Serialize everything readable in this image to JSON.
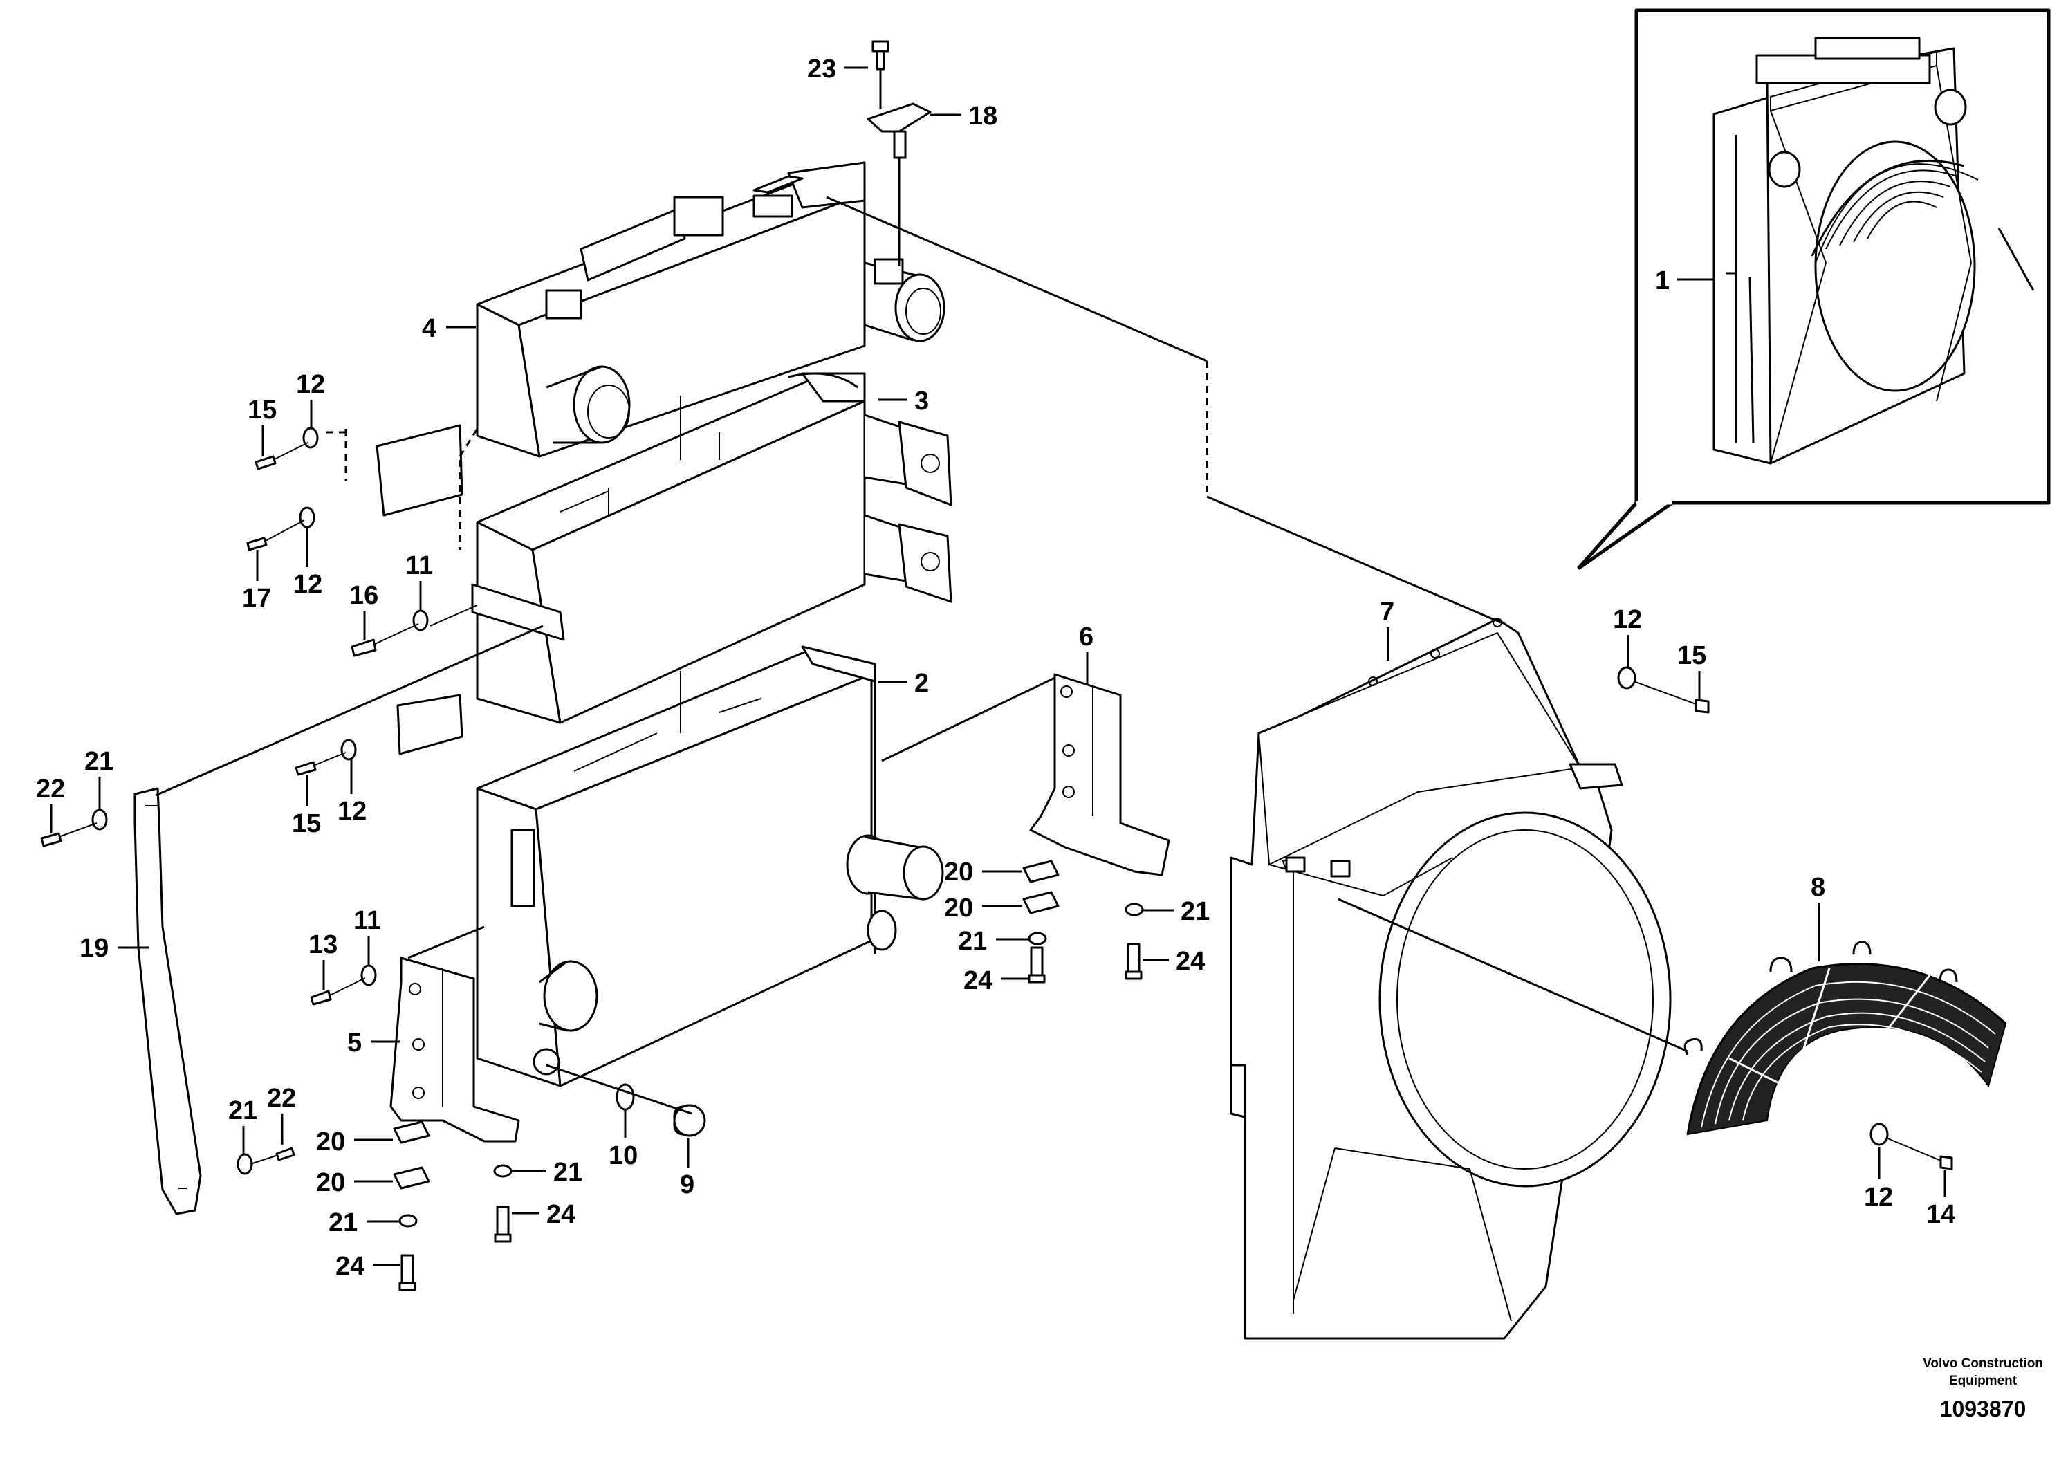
{
  "diagram": {
    "callouts": [
      {
        "id": "c23a",
        "label": "23"
      },
      {
        "id": "c18",
        "label": "18"
      },
      {
        "id": "c4",
        "label": "4"
      },
      {
        "id": "c3",
        "label": "3"
      },
      {
        "id": "c15a",
        "label": "15"
      },
      {
        "id": "c12a",
        "label": "12"
      },
      {
        "id": "c17",
        "label": "17"
      },
      {
        "id": "c12b",
        "label": "12"
      },
      {
        "id": "c16",
        "label": "16"
      },
      {
        "id": "c11a",
        "label": "11"
      },
      {
        "id": "c2",
        "label": "2"
      },
      {
        "id": "c6",
        "label": "6"
      },
      {
        "id": "c22a",
        "label": "22"
      },
      {
        "id": "c21a",
        "label": "21"
      },
      {
        "id": "c15b",
        "label": "15"
      },
      {
        "id": "c12c",
        "label": "12"
      },
      {
        "id": "c19",
        "label": "19"
      },
      {
        "id": "c20a",
        "label": "20"
      },
      {
        "id": "c20b",
        "label": "20"
      },
      {
        "id": "c21b",
        "label": "21"
      },
      {
        "id": "c21c",
        "label": "21"
      },
      {
        "id": "c24a",
        "label": "24"
      },
      {
        "id": "c24b",
        "label": "24"
      },
      {
        "id": "c13",
        "label": "13"
      },
      {
        "id": "c11b",
        "label": "11"
      },
      {
        "id": "c5",
        "label": "5"
      },
      {
        "id": "c21d",
        "label": "21"
      },
      {
        "id": "c22b",
        "label": "22"
      },
      {
        "id": "c20c",
        "label": "20"
      },
      {
        "id": "c21e",
        "label": "21"
      },
      {
        "id": "c20d",
        "label": "20"
      },
      {
        "id": "c21f",
        "label": "21"
      },
      {
        "id": "c24c",
        "label": "24"
      },
      {
        "id": "c24d",
        "label": "24"
      },
      {
        "id": "c10",
        "label": "10"
      },
      {
        "id": "c9",
        "label": "9"
      },
      {
        "id": "c7",
        "label": "7"
      },
      {
        "id": "c12d",
        "label": "12"
      },
      {
        "id": "c15c",
        "label": "15"
      },
      {
        "id": "c8",
        "label": "8"
      },
      {
        "id": "c12e",
        "label": "12"
      },
      {
        "id": "c14",
        "label": "14"
      },
      {
        "id": "c1",
        "label": "1"
      }
    ]
  },
  "footer": {
    "credit_line1": "Volvo Construction",
    "credit_line2": "Equipment",
    "drawing_number": "1093870"
  }
}
